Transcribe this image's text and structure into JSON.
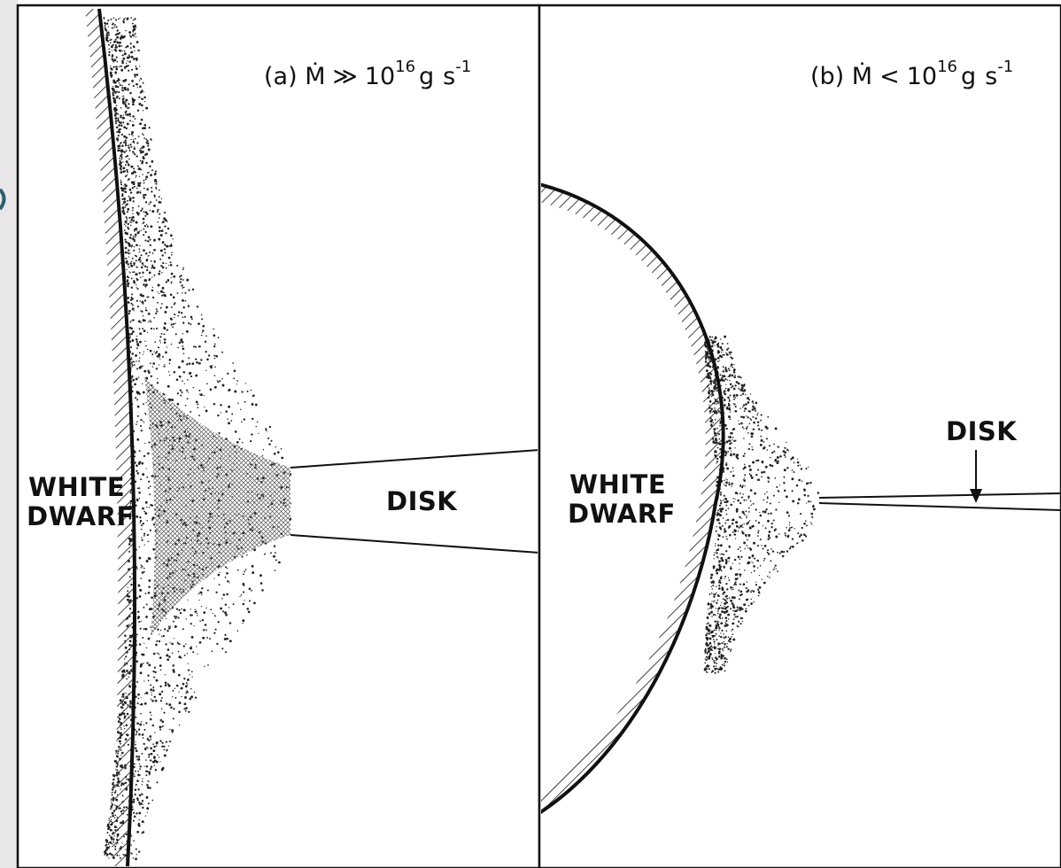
{
  "panel_a": {
    "title_prefix": "(a) ",
    "mdot_symbol": "Ṁ",
    "relation": "≫",
    "rate_base": "10",
    "rate_exp": "16",
    "unit_g": "g",
    "unit_s": "s",
    "unit_exp": "-1",
    "body_label_line1": "WHITE",
    "body_label_line2": "DWARF",
    "disk_label": "DISK"
  },
  "panel_b": {
    "title_prefix": "(b) ",
    "mdot_symbol": "Ṁ",
    "relation": "<",
    "rate_base": "10",
    "rate_exp": "16",
    "unit_g": "g",
    "unit_s": "s",
    "unit_exp": "-1",
    "body_label_line1": "WHITE",
    "body_label_line2": "DWARF",
    "disk_label": "DISK"
  },
  "colors": {
    "ink": "#111111",
    "background": "#ffffff",
    "page_edge": "#e9e6ea",
    "edge_mark": "#2a5f6a"
  }
}
